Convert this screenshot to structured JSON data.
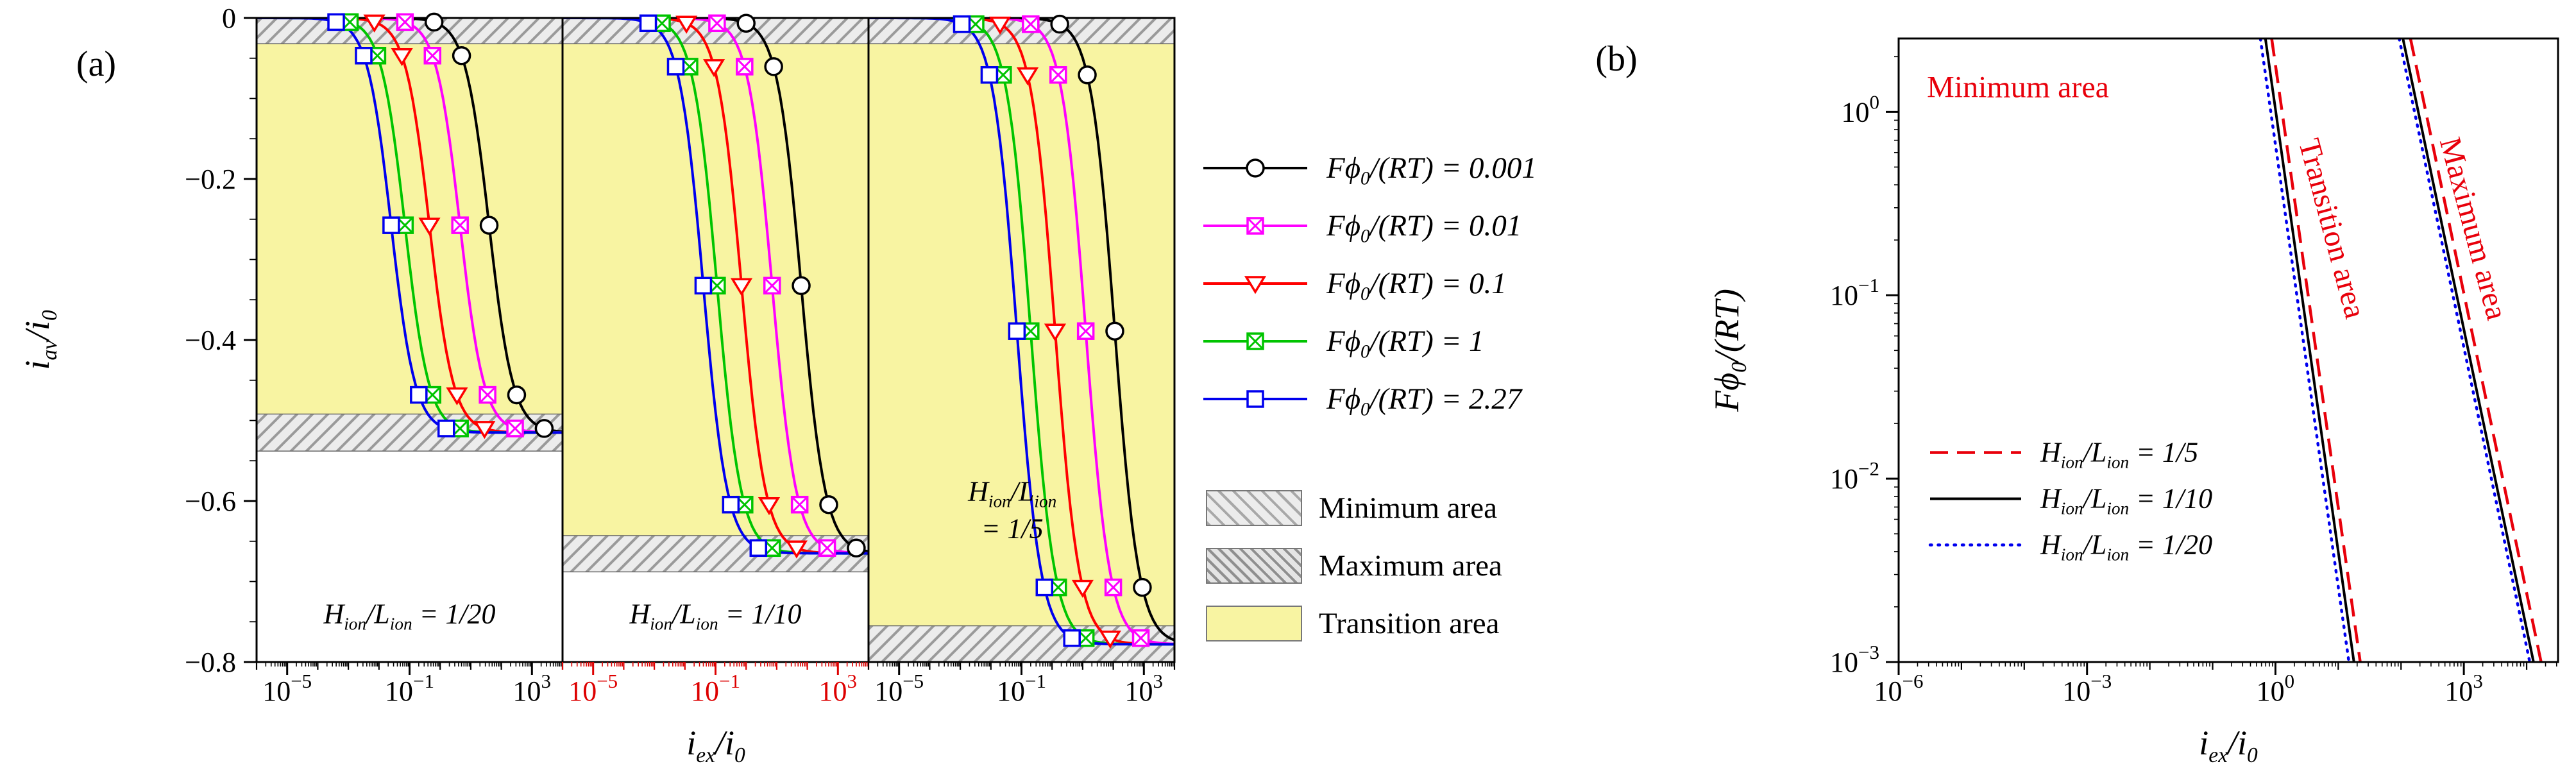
{
  "figure": {
    "panel_a_label": "(a)",
    "panel_b_label": "(b)"
  },
  "chart_data": [
    {
      "type": "line",
      "panel": "a",
      "xlabel": "i_ex/i_0",
      "ylabel": "i_av/i_0",
      "xlabel_math": "i_{ex}/i_{0}",
      "ylabel_math": "i_{av}/i_{0}",
      "x_scale": "log10",
      "x_range_exp": [
        -6,
        4
      ],
      "x_ticks_exp": [
        -5,
        -1,
        3
      ],
      "ylim": [
        -0.8,
        0
      ],
      "y_ticks": [
        0,
        -0.2,
        -0.4,
        -0.6,
        -0.8
      ],
      "grid": false,
      "sigmoid_width_decades": 0.9,
      "transition_fill": "#f8f4a2",
      "minimum_band": [
        0,
        -0.032
      ],
      "series": [
        {
          "label": "Fϕ_{0}/(RT) = 0.001",
          "value": 0.001,
          "color": "#000000",
          "marker": "circle",
          "midpoints_exp": [
            1.6,
            1.8,
            2.05
          ]
        },
        {
          "label": "Fϕ_{0}/(RT) = 0.01",
          "value": 0.01,
          "color": "#ff00ff",
          "marker": "square-x",
          "midpoints_exp": [
            0.65,
            0.85,
            1.1
          ]
        },
        {
          "label": "Fϕ_{0}/(RT) = 0.1",
          "value": 0.1,
          "color": "#ff0000",
          "marker": "triangle-down",
          "midpoints_exp": [
            -0.35,
            -0.15,
            0.1
          ]
        },
        {
          "label": "Fϕ_{0}/(RT) = 1",
          "value": 1,
          "color": "#00c400",
          "marker": "square-x",
          "midpoints_exp": [
            -1.15,
            -0.95,
            -0.7
          ]
        },
        {
          "label": "Fϕ_{0}/(RT) = 2.27",
          "value": 2.27,
          "color": "#0000ee",
          "marker": "square",
          "midpoints_exp": [
            -1.6,
            -1.4,
            -1.15
          ]
        }
      ],
      "subplots": [
        {
          "label": "H_{ion}/L_{ion} = 1/20",
          "ratio": "1/20",
          "plateau": -0.515,
          "maximum_band": [
            -0.492,
            -0.538
          ],
          "tick_color": "#000000"
        },
        {
          "label": "H_{ion}/L_{ion} = 1/10",
          "ratio": "1/10",
          "plateau": -0.665,
          "maximum_band": [
            -0.643,
            -0.688
          ],
          "tick_color": "#dd0000"
        },
        {
          "label": "H_{ion}/L_{ion}",
          "label_line2": "= 1/5",
          "ratio": "1/5",
          "plateau": -0.778,
          "maximum_band": [
            -0.755,
            -0.8
          ],
          "tick_color": "#000000"
        }
      ],
      "areas_legend": [
        {
          "label": "Minimum area",
          "swatch": "hatch-light"
        },
        {
          "label": "Maximum area",
          "swatch": "hatch-dark"
        },
        {
          "label": "Transition area",
          "swatch": "#f8f4a2"
        }
      ]
    },
    {
      "type": "line",
      "panel": "b",
      "xlabel": "i_ex/i_0",
      "ylabel": "Fϕ0/(RT)",
      "xlabel_math": "i_{ex}/i_{0}",
      "ylabel_math": "Fϕ_{0}/(RT)",
      "x_scale": "log10",
      "y_scale": "log10",
      "x_range_exp": [
        -6,
        4.5
      ],
      "y_range_exp": [
        -3,
        0.4
      ],
      "x_ticks_exp": [
        -6,
        -3,
        0,
        3
      ],
      "y_ticks_exp": [
        -3,
        -2,
        -1,
        0
      ],
      "grid": false,
      "legend_position": "lower left",
      "lines": [
        {
          "label": "H_{ion}/L_{ion} = 1/5",
          "ratio": "1/5",
          "color": "#e8000b",
          "style": "dashed",
          "segments": [
            [
              [
                -0.06,
                0.4
              ],
              [
                1.35,
                -3
              ]
            ],
            [
              [
                2.15,
                0.4
              ],
              [
                4.23,
                -3
              ]
            ]
          ]
        },
        {
          "label": "H_{ion}/L_{ion} = 1/10",
          "ratio": "1/10",
          "color": "#000000",
          "style": "solid",
          "segments": [
            [
              [
                -0.16,
                0.4
              ],
              [
                1.25,
                -3
              ]
            ],
            [
              [
                2.03,
                0.4
              ],
              [
                4.11,
                -3
              ]
            ]
          ]
        },
        {
          "label": "H_{ion}/L_{ion} = 1/20",
          "ratio": "1/20",
          "color": "#0000ee",
          "style": "dotted",
          "segments": [
            [
              [
                -0.24,
                0.4
              ],
              [
                1.17,
                -3
              ]
            ],
            [
              [
                1.97,
                0.4
              ],
              [
                4.05,
                -3
              ]
            ]
          ]
        }
      ],
      "annotations": [
        {
          "text": "Minimum area",
          "color": "#e8000b",
          "x_exp": -4.1,
          "y_exp": 0.08,
          "rotation": 0
        },
        {
          "text": "Transition area",
          "color": "#e8000b",
          "x_exp": 0.75,
          "y_exp": -0.65,
          "rotation": 75
        },
        {
          "text": "Maximum area",
          "color": "#e8000b",
          "x_exp": 3.0,
          "y_exp": -0.65,
          "rotation": 75
        }
      ]
    }
  ]
}
